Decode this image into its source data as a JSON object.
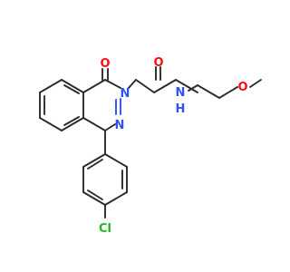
{
  "atoms": {
    "carbonyl_oxygen_ring": "O",
    "ring_nitrogen_1": "N",
    "ring_nitrogen_2": "N",
    "amide_oxygen": "O",
    "amide_nitrogen": "N",
    "amide_hydrogen": "H",
    "ether_oxygen": "O",
    "chlorine": "Cl"
  },
  "colors": {
    "bond": "#2b2b2b",
    "nitrogen": "#3050f8",
    "oxygen": "#ff0d0d",
    "chlorine": "#1fb51f"
  }
}
